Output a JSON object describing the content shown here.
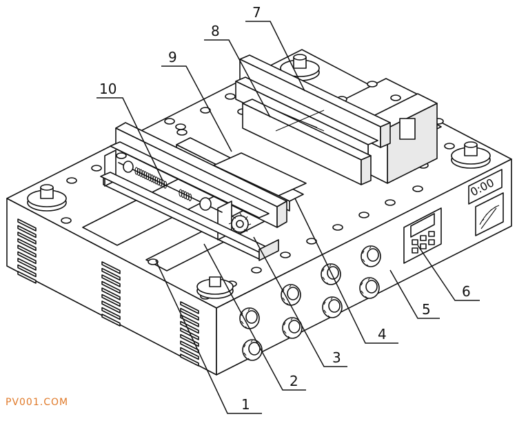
{
  "labels": [
    "1",
    "2",
    "3",
    "4",
    "5",
    "6",
    "7",
    "8",
    "9",
    "10"
  ],
  "display": {
    "readout": "0:00"
  },
  "watermark": "PV001.COM"
}
